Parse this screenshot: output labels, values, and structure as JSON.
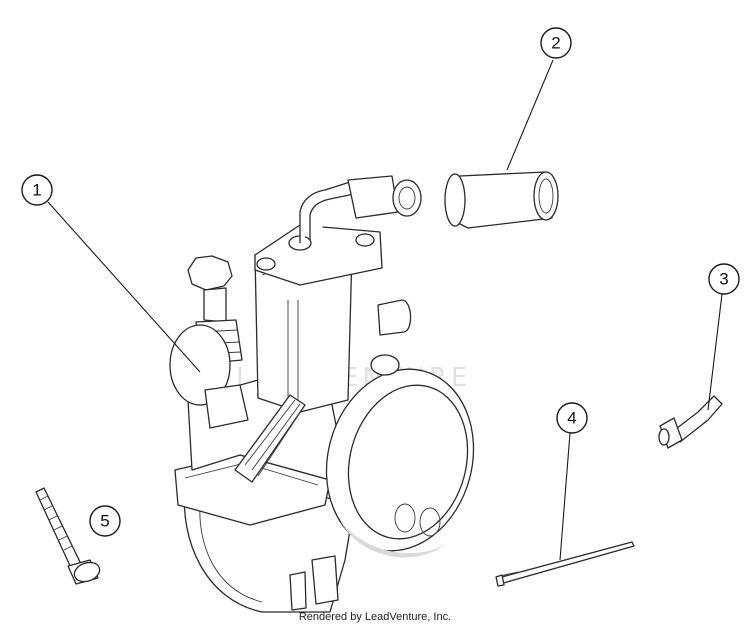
{
  "callouts": [
    {
      "id": "1",
      "label": "1"
    },
    {
      "id": "2",
      "label": "2"
    },
    {
      "id": "3",
      "label": "3"
    },
    {
      "id": "4",
      "label": "4"
    },
    {
      "id": "5",
      "label": "5"
    }
  ],
  "watermark": "LEADVENTURE",
  "footer": {
    "credit": "Rendered by LeadVenture, Inc."
  }
}
